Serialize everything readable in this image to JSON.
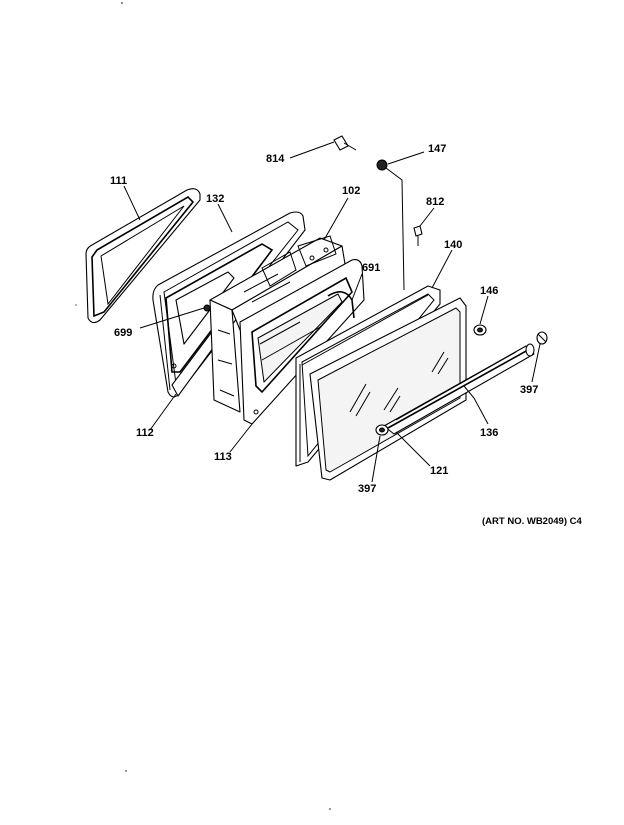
{
  "diagram": {
    "callouts": [
      {
        "id": "814",
        "text": "814"
      },
      {
        "id": "147",
        "text": "147"
      },
      {
        "id": "111",
        "text": "111"
      },
      {
        "id": "132",
        "text": "132"
      },
      {
        "id": "102",
        "text": "102"
      },
      {
        "id": "812",
        "text": "812"
      },
      {
        "id": "140",
        "text": "140"
      },
      {
        "id": "691",
        "text": "691"
      },
      {
        "id": "146",
        "text": "146"
      },
      {
        "id": "699",
        "text": "699"
      },
      {
        "id": "397a",
        "text": "397"
      },
      {
        "id": "112",
        "text": "112"
      },
      {
        "id": "136",
        "text": "136"
      },
      {
        "id": "113",
        "text": "113"
      },
      {
        "id": "121",
        "text": "121"
      },
      {
        "id": "397b",
        "text": "397"
      }
    ],
    "art_note": "(ART NO. WB2049) C4"
  }
}
